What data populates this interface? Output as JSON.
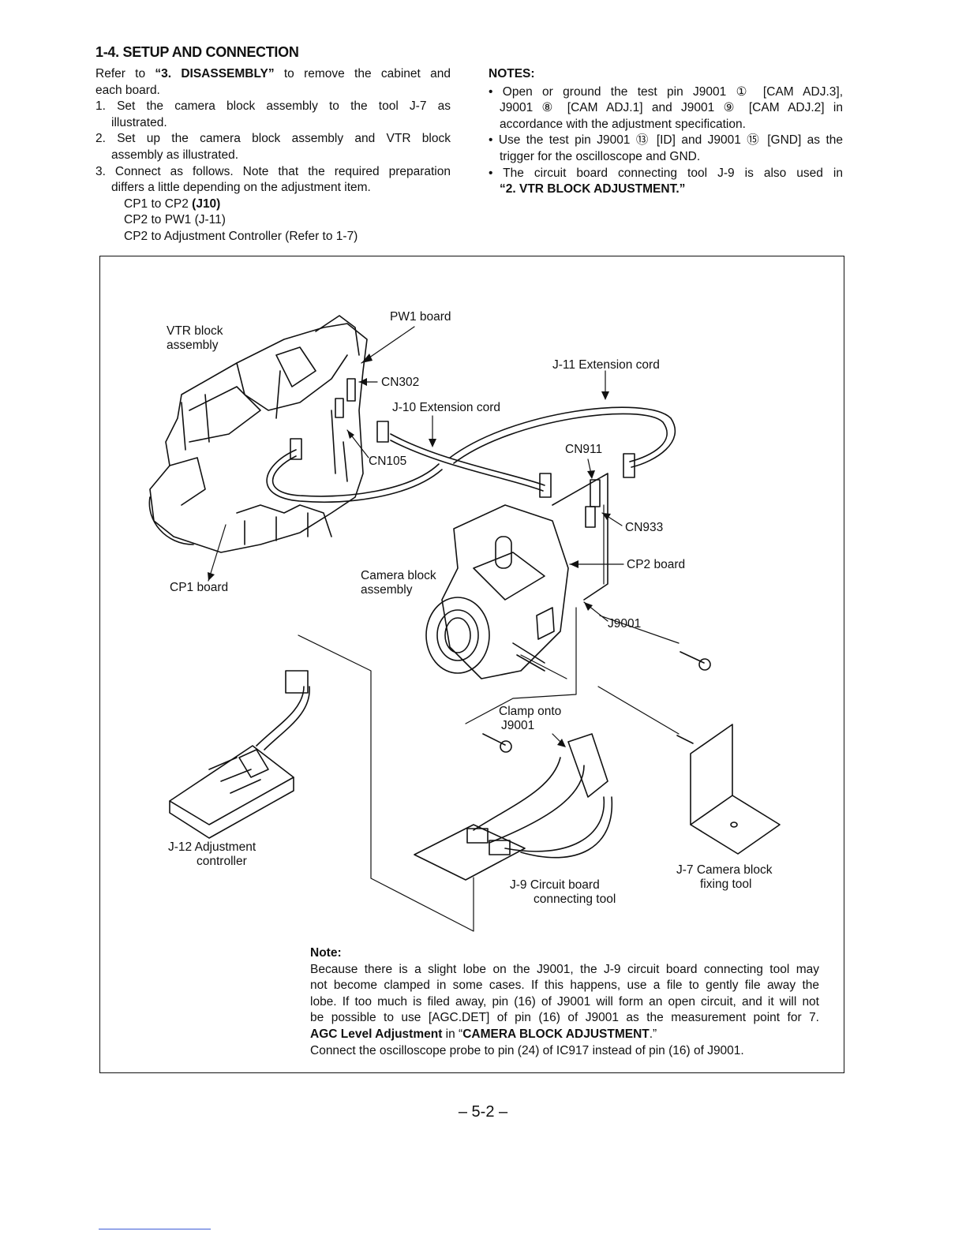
{
  "section_title": "1-4. SETUP AND CONNECTION",
  "left_col": {
    "intro_a": "Refer to ",
    "intro_b": "“3. DISASSEMBLY”",
    "intro_c": " to remove the cabinet and",
    "intro_d": "each board.",
    "step1_a": "1. Set the camera block assembly to the tool J-7 as",
    "step1_b": "illustrated.",
    "step2_a": "2. Set up the camera block assembly and VTR block",
    "step2_b": "assembly as illustrated.",
    "step3_a": "3. Connect as follows. Note that the required preparation",
    "step3_b": "differs a little depending on the adjustment item.",
    "conn1_a": "CP1 to CP2 ",
    "conn1_b": "(J10)",
    "conn2": "CP2 to PW1 (J-11)",
    "conn3": "CP2 to Adjustment Controller (Refer to 1-7)"
  },
  "right_col": {
    "heading": "NOTES:",
    "n1_a": "• Open or ground the test pin J9001 ① [CAM ADJ.3],",
    "n1_b": "J9001 ⑧ [CAM ADJ.1] and J9001 ⑨ [CAM ADJ.2] in",
    "n1_c": "accordance with the adjustment specification.",
    "n2_a": "• Use the test pin J9001 ⑬ [ID] and J9001 ⑮ [GND] as the",
    "n2_b": "trigger for the oscilloscope and GND.",
    "n3_a": "• The circuit board connecting tool J-9 is also used in",
    "n3_b": "“2. VTR BLOCK ADJUSTMENT.”"
  },
  "diagram_labels": {
    "vtr_block_1": "VTR block",
    "vtr_block_2": "assembly",
    "pw1_board": "PW1 board",
    "cn302": "CN302",
    "j11_cord": "J-11 Extension cord",
    "j10_cord": "J-10 Extension cord",
    "cn105": "CN105",
    "cn911": "CN911",
    "cn933": "CN933",
    "cp2_board": "CP2 board",
    "cp1_board": "CP1 board",
    "camera_block_1": "Camera block",
    "camera_block_2": "assembly",
    "j9001": "J9001",
    "clamp_1": "Clamp onto",
    "clamp_2": "J9001",
    "j12_1": "J-12 Adjustment",
    "j12_2": "controller",
    "j9_1": "J-9 Circuit board",
    "j9_2": "connecting tool",
    "j7_1": "J-7 Camera block",
    "j7_2": "fixing tool"
  },
  "note": {
    "heading": "Note:",
    "l1": "Because there is a slight lobe on the J9001, the J-9 circuit board connecting tool may",
    "l2": "not become clamped in some cases. If this happens, use a file to gently file away the",
    "l3": "lobe. If too much is filed away, pin (16) of J9001 will form an open circuit, and it will not",
    "l4": "be possible to use [AGC.DET] of pin (16) of J9001 as the measurement point for 7.",
    "l5_a": "AGC Level Adjustment",
    "l5_b": " in “",
    "l5_c": "CAMERA BLOCK ADJUSTMENT",
    "l5_d": ".”",
    "l6": "Connect the oscilloscope probe to pin (24) of IC917 instead of pin (16) of J9001."
  },
  "page_number": "– 5-2 –"
}
